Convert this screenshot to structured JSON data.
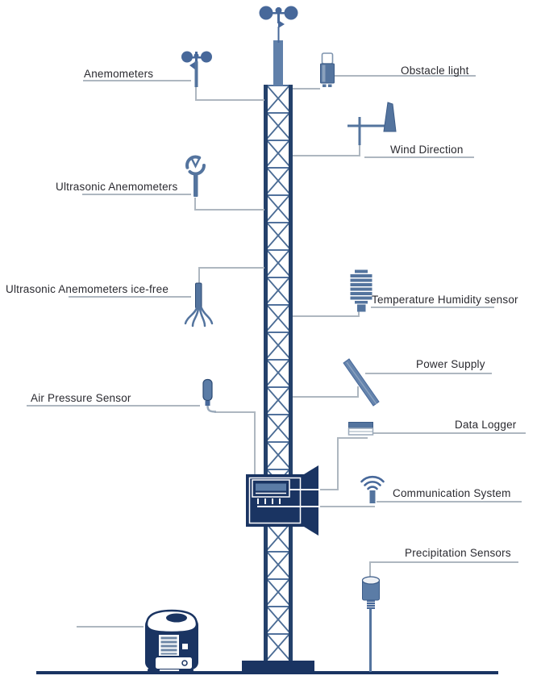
{
  "diagram": {
    "subject": "Meteorological mast with instrumentation",
    "label_count": 11
  },
  "labels": {
    "anemometers": "Anemometers",
    "obstacle_light": "Obstacle light",
    "wind_direction": "Wind Direction",
    "ultrasonic_anemometers": "Ultrasonic Anemometers",
    "ultrasonic_anemometers_ice_free": "Ultrasonic Anemometers ice-free",
    "temperature_humidity_sensor": "Temperature Humidity sensor",
    "power_supply": "Power Supply",
    "air_pressure_sensor": "Air Pressure Sensor",
    "data_logger": "Data Logger",
    "communication_system": "Communication System",
    "precipitation_sensors": "Precipitation Sensors"
  },
  "icons": [
    "cup-anemometer-icon",
    "cup-anemometer-icon",
    "obstacle-light-icon",
    "wind-vane-icon",
    "ultrasonic-anemometer-icon",
    "ultrasonic-anemometer-ice-free-icon",
    "radiation-shield-icon",
    "solar-panel-icon",
    "pressure-probe-icon",
    "data-logger-box-icon",
    "enclosure-icon",
    "wifi-antenna-icon",
    "rain-gauge-icon",
    "ground-cabinet-icon",
    "lattice-tower"
  ],
  "colors": {
    "navy": "#1a3462",
    "slate": "#54749e",
    "slate_dark": "#3c5c88",
    "slate_light": "#6584ad",
    "leader_line": "#aeb7c0",
    "text": "#2a2a30",
    "background": "#ffffff"
  }
}
